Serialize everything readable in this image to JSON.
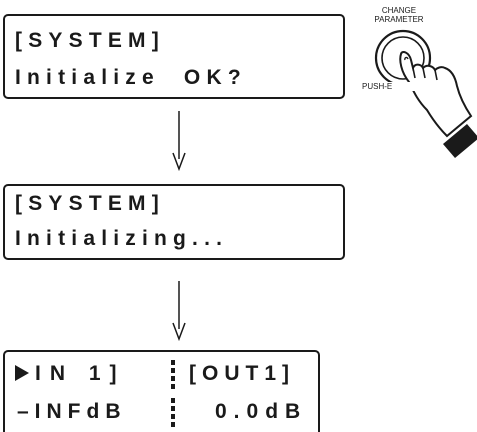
{
  "screen1": {
    "line1": "[SYSTEM]",
    "line2": "Initialize  OK?"
  },
  "screen2": {
    "line1": "[SYSTEM]",
    "line2": "Initializing..."
  },
  "screen3": {
    "left_line1": "IN 1]",
    "left_line2": "–INFdB",
    "right_line1": "[OUT1]",
    "right_line2": "0.0dB"
  },
  "knob": {
    "label_top_1": "CHANGE",
    "label_top_2": "PARAMETER",
    "label_bottom": "PUSH-E"
  },
  "icons": {
    "cursor": "triangle-cursor-icon",
    "hand": "pressing-hand-icon",
    "knob": "rotary-knob-icon",
    "arrow": "down-arrow-icon"
  }
}
